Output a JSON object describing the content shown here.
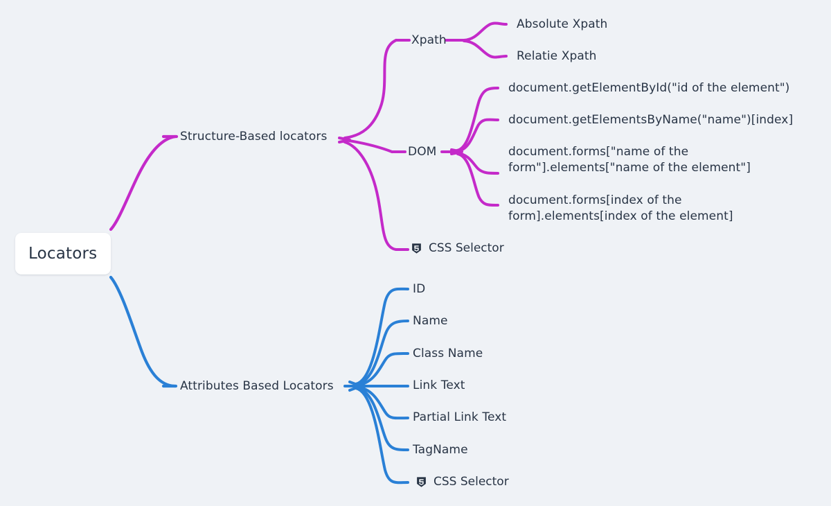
{
  "diagram": {
    "type": "mindmap",
    "background_color": "#eff2f6",
    "text_color": "#283445",
    "root": {
      "label": "Locators",
      "node_background": "#ffffff"
    },
    "branches": [
      {
        "id": "structure-based",
        "label": "Structure-Based locators",
        "color": "#c42ac9",
        "children": [
          {
            "id": "xpath",
            "label": "Xpath",
            "children": [
              {
                "id": "absolute-xpath",
                "label": "Absolute Xpath"
              },
              {
                "id": "relatie-xpath",
                "label": "Relatie Xpath"
              }
            ]
          },
          {
            "id": "dom",
            "label": "DOM",
            "children": [
              {
                "id": "dom-get-element-by-id",
                "label": "document.getElementById(\"id of the element\")"
              },
              {
                "id": "dom-get-elements-by-name",
                "label": "document.getElementsByName(\"name\")[index]"
              },
              {
                "id": "dom-forms-name",
                "label": "document.forms[\"name of the form\"].elements[\"name of the element\"]"
              },
              {
                "id": "dom-forms-index",
                "label": "document.forms[index of the form].elements[index of the element]"
              }
            ]
          },
          {
            "id": "structure-css-selector",
            "label": "CSS Selector",
            "icon": "css3-shield-icon"
          }
        ]
      },
      {
        "id": "attributes-based",
        "label": "Attributes Based Locators",
        "color": "#2a80d6",
        "children": [
          {
            "id": "attr-id",
            "label": "ID"
          },
          {
            "id": "attr-name",
            "label": "Name"
          },
          {
            "id": "attr-class-name",
            "label": "Class Name"
          },
          {
            "id": "attr-link-text",
            "label": "Link Text"
          },
          {
            "id": "attr-partial-link-text",
            "label": "Partial Link Text"
          },
          {
            "id": "attr-tagname",
            "label": "TagName"
          },
          {
            "id": "attr-css-selector",
            "label": "CSS Selector",
            "icon": "css3-shield-icon"
          }
        ]
      }
    ]
  }
}
